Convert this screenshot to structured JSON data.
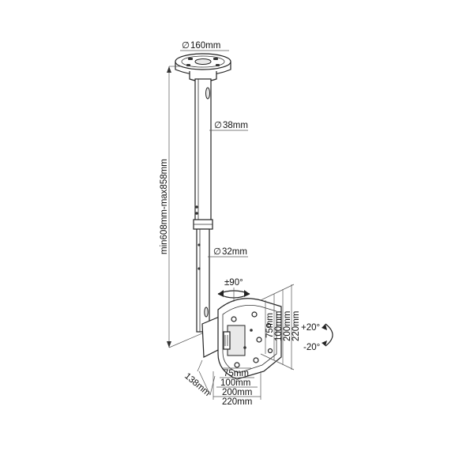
{
  "labels": {
    "flange_diameter": "160mm",
    "upper_tube_diameter": "38mm",
    "lower_tube_diameter": "32mm",
    "height_range": "min608mm-max858mm",
    "swivel": "±90°",
    "tilt_up": "+20°",
    "tilt_down": "-20°",
    "vesa_h_75": "75mm",
    "vesa_h_100": "100mm",
    "vesa_h_200": "200mm",
    "vesa_h_220": "220mm",
    "vesa_v_75": "75mm",
    "vesa_v_100": "100mm",
    "vesa_v_200": "200mm",
    "vesa_v_220": "220mm",
    "depth": "138mm"
  },
  "icons": {
    "diameter_symbol": "∅"
  }
}
